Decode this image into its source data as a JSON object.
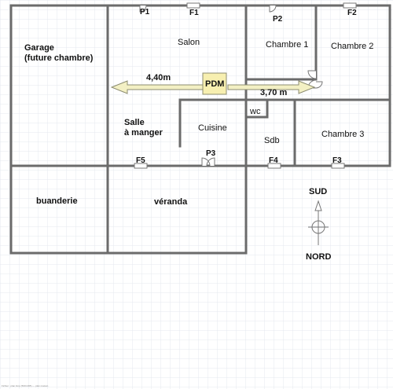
{
  "plan": {
    "rooms": {
      "garage_line1": "Garage",
      "garage_line2": "(future chambre)",
      "salon": "Salon",
      "chambre1": "Chambre 1",
      "chambre2": "Chambre 2",
      "chambre3": "Chambre 3",
      "salle_line1": "Salle",
      "salle_line2": "à manger",
      "cuisine": "Cuisine",
      "wc": "wc",
      "sdb": "Sdb",
      "buanderie": "buanderie",
      "veranda": "véranda"
    },
    "openings": {
      "p1": "P1",
      "p2": "P2",
      "p3": "P3",
      "f1": "F1",
      "f2": "F2",
      "f3": "F3",
      "f4": "F4",
      "f5": "F5"
    },
    "measures": {
      "left": "4,40m",
      "right": "3,70 m",
      "pdm": "PDM"
    },
    "compass": {
      "south": "SUD",
      "north": "NORD"
    },
    "colors": {
      "wall": "#6b6b6b",
      "grid": "#e4e8ef",
      "pdm_fill": "#f7efb0",
      "arrow_fill": "#f3f0c4"
    }
  },
  "footer": {
    "credit": "Fichier : plan.bmp (500×495) — plan maison"
  }
}
